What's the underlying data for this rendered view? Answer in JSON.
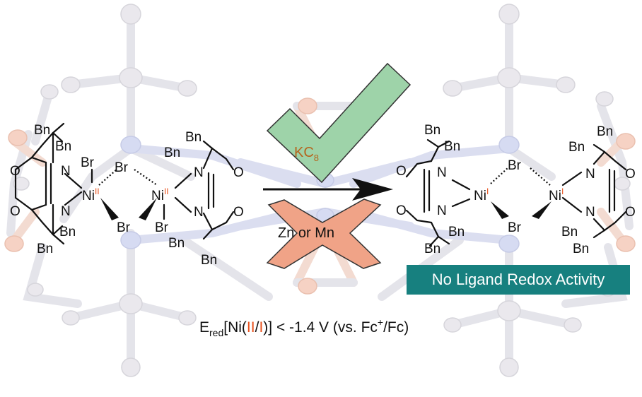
{
  "atoms": {
    "Bn": "Bn",
    "Br": "Br",
    "Ni": "Ni",
    "N": "N",
    "O": "O"
  },
  "oxidation": {
    "left": "II",
    "right": "I"
  },
  "reagents": {
    "success": "KC",
    "success_subscript": "8",
    "failure": "Zn or Mn"
  },
  "badge": "No Ligand Redox Activity",
  "potential": {
    "E": "E",
    "sub": "red",
    "open": "[Ni(",
    "ox_a": "II",
    "slash": "/",
    "ox_b": "I",
    "close": ")] < -1.4 V (vs. Fc",
    "sup": "+",
    "end": "/Fc)"
  },
  "colors": {
    "check_fill": "#9ed3a9",
    "cross_fill": "#f0a387",
    "badge": "#17807f",
    "oxidation_state": "#e8501b",
    "kc8_text": "#b5651d"
  }
}
